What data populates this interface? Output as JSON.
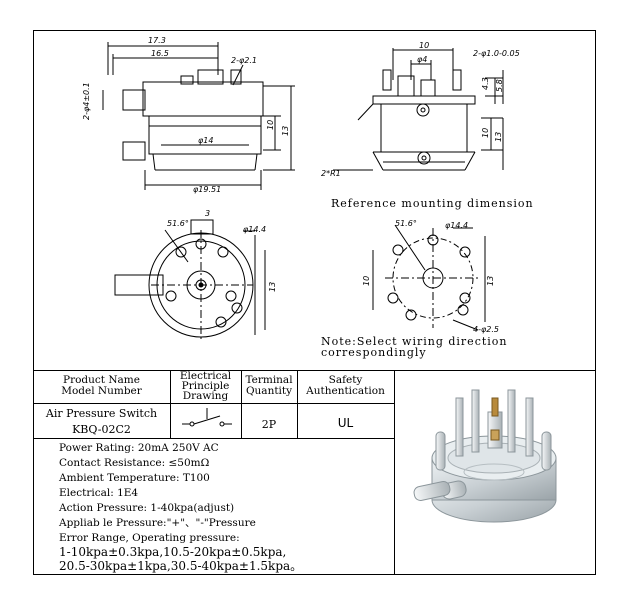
{
  "dimensions": {
    "side_view": [
      "17.3",
      "16.5",
      "2-φ2.1",
      "2-φ4",
      "φ14",
      "φ19.51",
      "10",
      "13"
    ],
    "side_view_right": [
      "10",
      "φ4",
      "2-φ1.0-0.05",
      "4.3",
      "5.8",
      "10",
      "13",
      "2*R1"
    ],
    "top_view": [
      "3",
      "51.6°",
      "φ14.4",
      "13"
    ],
    "mounting": [
      "51.6°",
      "φ14.4",
      "10",
      "13",
      "4-φ2.5"
    ]
  },
  "captions": {
    "reference_mounting": "Reference mounting dimension",
    "note_line1": "Note:Select wiring direction",
    "note_line2": "correspondingly"
  },
  "table": {
    "header_product_line1": "Product Name",
    "header_product_line2": "Model Number",
    "header_electrical_line1": "Electrical",
    "header_electrical_line2": "Principle",
    "header_electrical_line3": "Drawing",
    "header_terminal_line1": "Terminal",
    "header_terminal_line2": "Quantity",
    "header_safety_line1": "Safety",
    "header_safety_line2": "Authentication",
    "product_name": "Air Pressure Switch",
    "model_number": "KBQ-02C2",
    "terminal_quantity": "2P",
    "safety": "UL"
  },
  "specs": [
    "Power Rating: 20mA 250V AC",
    "Contact Resistance: ≤50mΩ",
    "Ambient Temperature: T100",
    "Electrical: 1E4",
    "Action Pressure: 1-40kpa(adjust)",
    "Appliab le Pressure:\"+\"、\"-\"Pressure",
    "Error Range, Operating pressure:",
    "1-10kpa±0.3kpa,10.5-20kpa±0.5kpa,",
    "20.5-30kpa±1kpa,30.5-40kpa±1.5kpa。"
  ]
}
